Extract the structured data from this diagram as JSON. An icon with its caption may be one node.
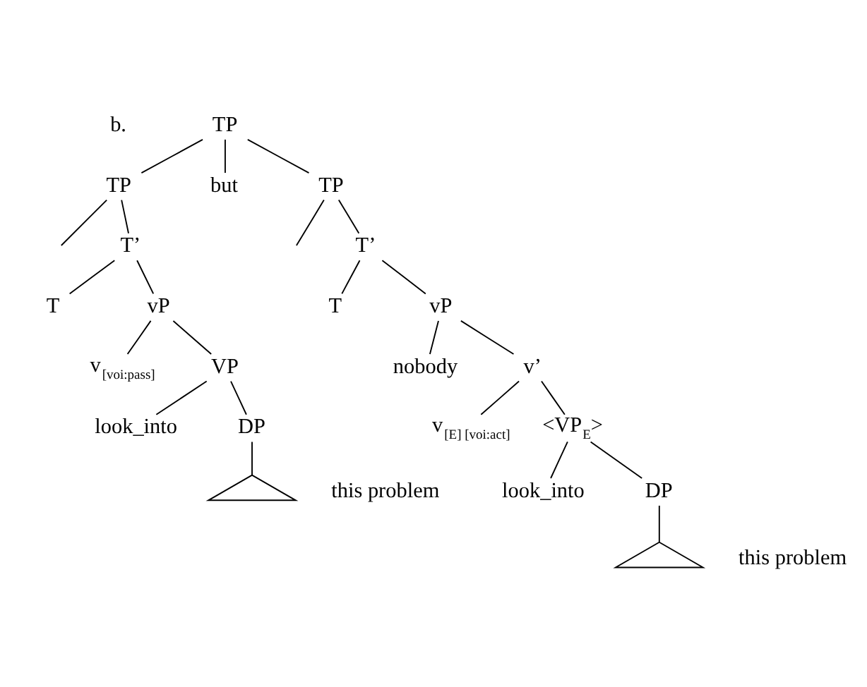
{
  "diagram": {
    "nodes": [
      {
        "text": [
          "TP"
        ]
      },
      {
        "text": [
          "TP"
        ]
      },
      {
        "text": [
          "but"
        ]
      },
      {
        "text": [
          "TP"
        ]
      },
      {
        "text": [
          "T’"
        ]
      },
      {
        "text": [
          "T"
        ]
      },
      {
        "text": [
          "vP"
        ]
      },
      {
        "text": [
          "v$_{[voi:pass]}$"
        ]
      },
      {
        "text": [
          "VP"
        ]
      },
      {
        "text": [
          "look_into"
        ]
      },
      {
        "text": [
          "DP"
        ]
      },
      {
        "text": [],
        "shape": "triangle",
        "beside": [
          "this problem"
        ]
      },
      {
        "text": [
          "T’"
        ]
      },
      {
        "text": [
          "T"
        ]
      },
      {
        "text": [
          "vP"
        ]
      },
      {
        "text": [
          "nobody"
        ]
      },
      {
        "text": [
          "v’"
        ]
      },
      {
        "text": [
          "v$_{[E] [voi:act]}$"
        ]
      },
      {
        "text": [
          "<VP$_{E}$>"
        ]
      },
      {
        "text": [
          "look_into"
        ]
      },
      {
        "text": [
          "DP"
        ]
      },
      {
        "text": [],
        "shape": "triangle",
        "beside": [
          "this problem"
        ]
      }
    ],
    "edges": [
      {
        "from": 0,
        "to": 1,
        "arrow": "none"
      },
      {
        "from": 0,
        "to": 2,
        "arrow": "none"
      },
      {
        "from": 0,
        "to": 3,
        "arrow": "none"
      },
      {
        "from": 1,
        "to": null,
        "arrow": "none"
      },
      {
        "from": 1,
        "to": 4,
        "arrow": "none"
      },
      {
        "from": 4,
        "to": 5,
        "arrow": "none"
      },
      {
        "from": 4,
        "to": 6,
        "arrow": "none"
      },
      {
        "from": 6,
        "to": 7,
        "arrow": "none"
      },
      {
        "from": 6,
        "to": 8,
        "arrow": "none"
      },
      {
        "from": 8,
        "to": 9,
        "arrow": "none"
      },
      {
        "from": 8,
        "to": 10,
        "arrow": "none"
      },
      {
        "from": 10,
        "to": 11,
        "arrow": "none"
      },
      {
        "from": 3,
        "to": null,
        "arrow": "none"
      },
      {
        "from": 3,
        "to": 12,
        "arrow": "none"
      },
      {
        "from": 12,
        "to": 13,
        "arrow": "none"
      },
      {
        "from": 12,
        "to": 14,
        "arrow": "none"
      },
      {
        "from": 14,
        "to": 15,
        "arrow": "none"
      },
      {
        "from": 14,
        "to": 16,
        "arrow": "none"
      },
      {
        "from": 16,
        "to": 17,
        "arrow": "none"
      },
      {
        "from": 16,
        "to": 18,
        "arrow": "none"
      },
      {
        "from": 18,
        "to": 19,
        "arrow": "none"
      },
      {
        "from": 18,
        "to": 20,
        "arrow": "none"
      },
      {
        "from": 20,
        "to": 21,
        "arrow": "none"
      }
    ],
    "labels": [
      "b."
    ]
  }
}
